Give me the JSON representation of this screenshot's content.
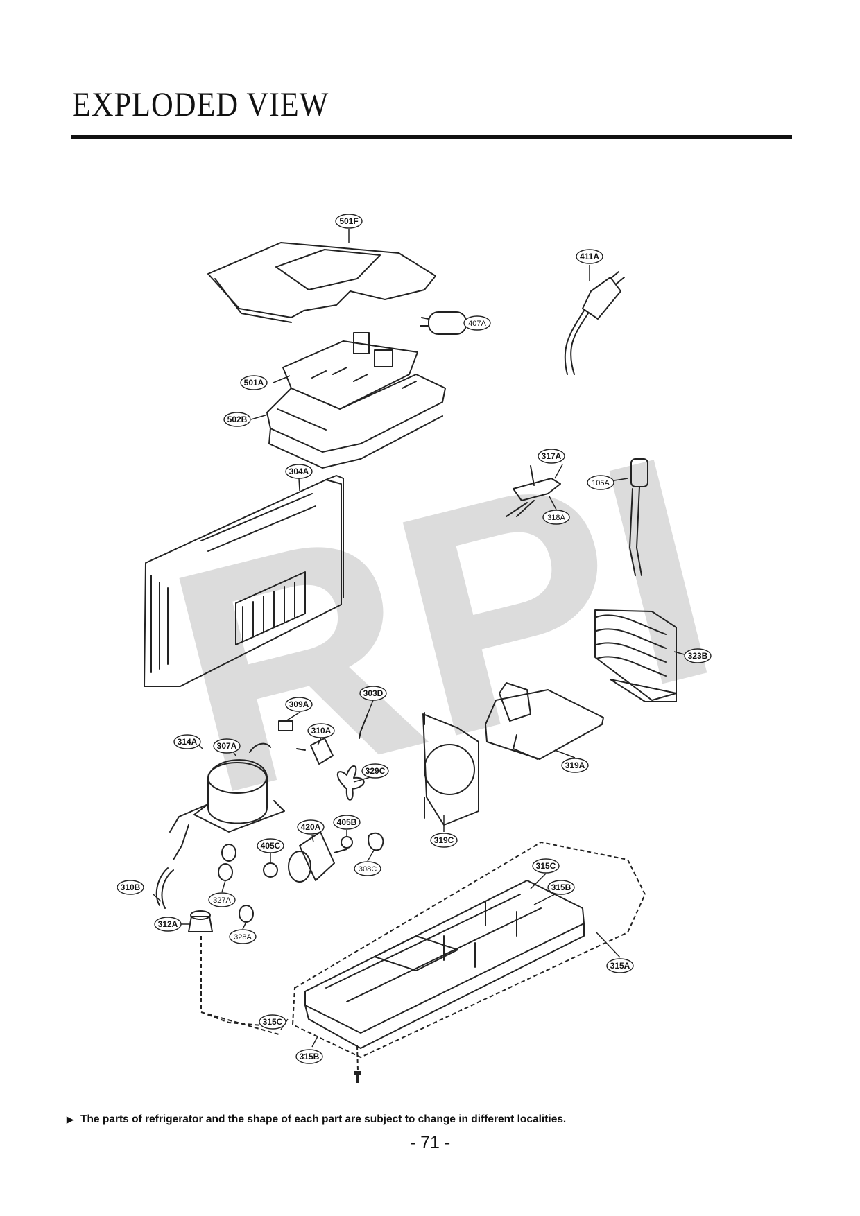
{
  "title": "EXPLODED VIEW",
  "watermark": "RPI",
  "note": "The parts of refrigerator and the shape of each part are subject to change in different localities.",
  "page_number": "- 71 -",
  "callouts": [
    "501F",
    "411A",
    "407A",
    "501A",
    "502B",
    "317A",
    "105A",
    "304A",
    "318A",
    "323B",
    "303D",
    "309A",
    "310A",
    "314A",
    "307A",
    "329C",
    "319A",
    "420A",
    "405B",
    "405C",
    "308C",
    "319C",
    "315C",
    "310B",
    "315B",
    "327A",
    "312A",
    "328A",
    "315A",
    "315C",
    "315B"
  ]
}
